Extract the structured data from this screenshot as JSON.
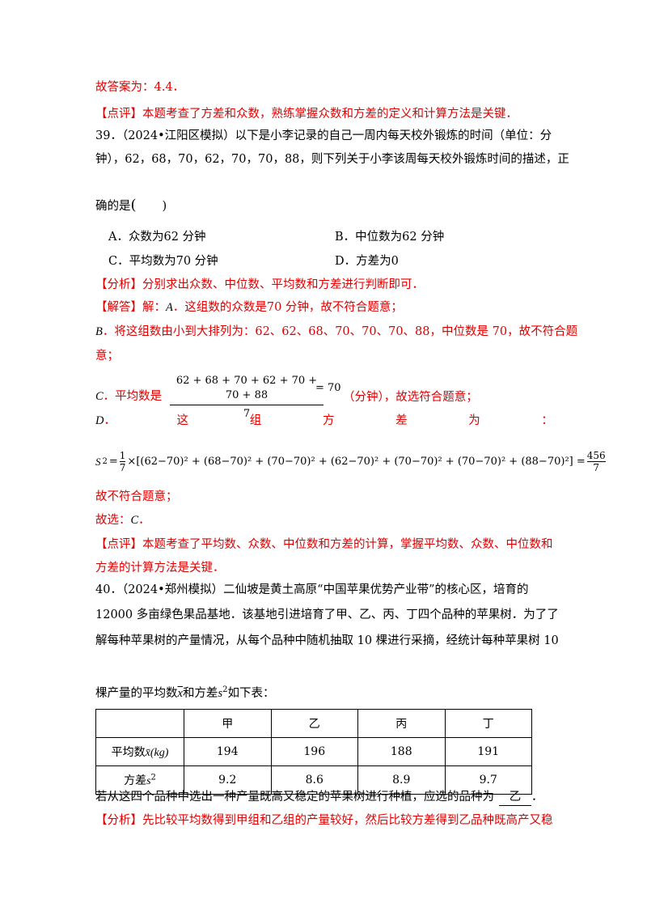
{
  "prev": {
    "answer": "故答案为：4.4．",
    "comment_tag": "【点评】",
    "comment": "本题考查了方差和众数，熟练掌握众数和方差的定义和计算方法是关键．"
  },
  "q39": {
    "line1": "39．（2024•江阳区模拟）以下是小李记录的自己一周内每天校外锻炼的时间（单位：分",
    "line2": "钟），62，68，70，62，70，70，88，则下列关于小李该周每天校外锻炼时间的描述，正",
    "line3_pre": "确的是",
    "paren_open": "(",
    "paren_close": ")",
    "optA": "A．众数为62 分钟",
    "optB": "B．中位数为62 分钟",
    "optC": "C．平均数为70 分钟",
    "optD": "D．方差为0",
    "analysis_tag": "【分析】",
    "analysis": "分别求出众数、中位数、平均数和方差进行判断即可．",
    "solution_tag": "【解答】",
    "solution_lead": "解：",
    "letterA": "A",
    "solA": "．这组数的众数是70 分钟，故不符合题意；",
    "letterB": "B",
    "solB1": "．将这组数由小到大排列为：62、62、68、70、70、70、88，中位数是 70，故不符合题",
    "solB2": "意；",
    "letterC": "C",
    "solC_pre": "．平均数是",
    "solC_num": "62 + 68 + 70 + 62 + 70 + 70 + 88",
    "solC_den": "7",
    "solC_eq": "= 70",
    "solC_post": "（分钟），故选符合题意；",
    "letterD": "D",
    "solD_dot": "．",
    "solD_w1": "这",
    "solD_w2": "组",
    "solD_w3": "方",
    "solD_w4": "差",
    "solD_w5": "为",
    "solD_colon": "：",
    "var_lhs": "S",
    "var_lhs_sup": "2",
    "var_eq": "=",
    "var_frac_num": "1",
    "var_frac_den": "7",
    "var_body": "×[(62−70)² + (68−70)² + (70−70)² + (62−70)² + (70−70)² + (70−70)² + (88−70)²] =",
    "var_res_num": "456",
    "var_res_den": "7",
    "solD_end": "故不符合题意；",
    "choose": "故选：",
    "choose_letter": "C",
    "choose_end": "．",
    "comment_tag": "【点评】",
    "comment1": "本题考查了平均数、众数、中位数和方差的计算，掌握平均数、众数、中位数和",
    "comment2": "方差的计算方法是关键．"
  },
  "q40": {
    "line1": "40．（2024•郑州模拟）二仙坡是黄土高原“中国苹果优势产业带”的核心区，培育的",
    "line2": "12000 多亩绿色果品基地．该基地引进培育了甲、乙、丙、丁四个品种的苹果树．为了了",
    "line3": "解每种苹果树的产量情况，从每个品种中随机抽取 10 棵进行采摘，经统计每种苹果树 10",
    "line4_pre": "棵产量的平均数",
    "line4_x": "x",
    "line4_mid": "和方差",
    "line4_s": "s",
    "line4_s_sup": "2",
    "line4_post": "如下表：",
    "table": {
      "headers": [
        "",
        "甲",
        "乙",
        "丙",
        "丁"
      ],
      "row1_label_pre": "平均数",
      "row1_label_math": "x̄(kg)",
      "row1": [
        "194",
        "196",
        "188",
        "191"
      ],
      "row2_label_pre": "方差",
      "row2_label_math": "s",
      "row2_label_sup": "2",
      "row2": [
        "9.2",
        "8.6",
        "8.9",
        "9.7"
      ]
    },
    "after_pre": "若从这四个品种中选出一种产量既高又稳定的苹果树进行种植，应选的品种为",
    "after_answer": "乙",
    "after_end": "．",
    "analysis_tag": "【分析】",
    "analysis": "先比较平均数得到甲组和乙组的产量较好，然后比较方差得到乙品种既高产又稳"
  }
}
